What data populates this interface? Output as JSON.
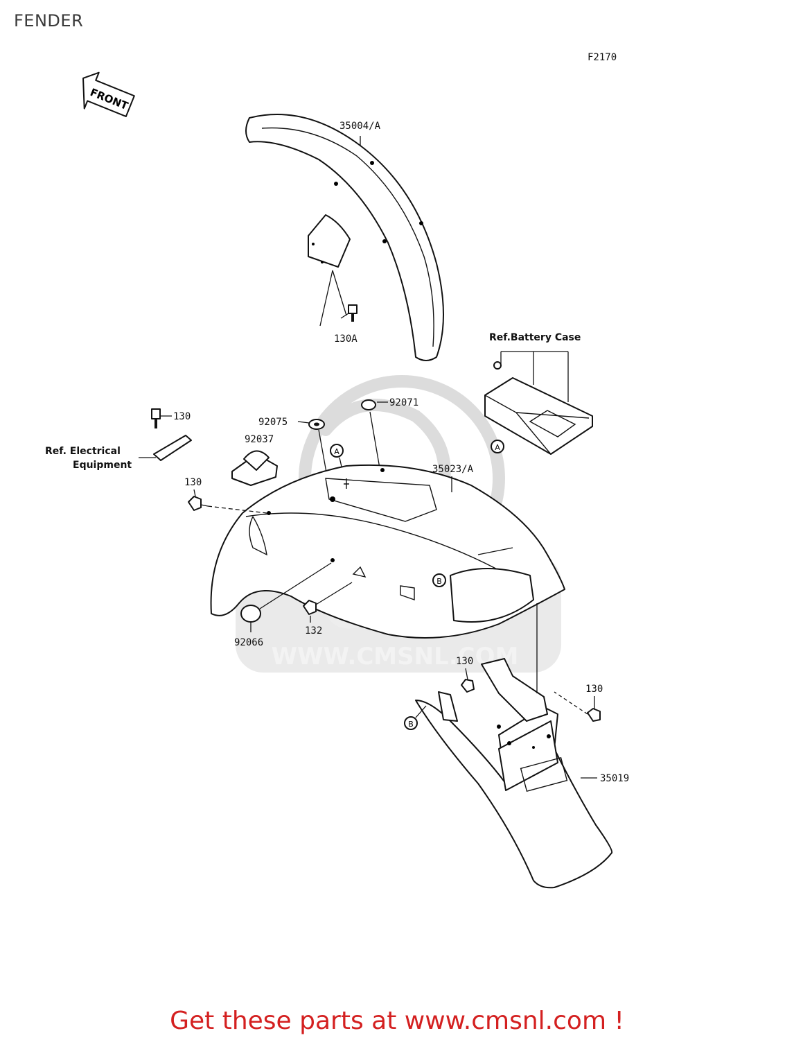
{
  "title": "FENDER",
  "figure_code": "F2170",
  "front_arrow": "FRONT",
  "watermark_url": "WWW.CMSNL.COM",
  "watermark_brand": "CMS",
  "call_to_action": "Get these parts at www.cmsnl.com !",
  "cta_color": "#d42020",
  "parts": {
    "front_fender": "35004/A",
    "front_bolt": "130A",
    "battery_case_ref": "Ref.Battery Case",
    "bolt_top": "130",
    "ref_electrical": "Ref. Electrical",
    "ref_electrical_2": "Equipment",
    "damper_92075": "92075",
    "clamp_92037": "92037",
    "grommet_92071": "92071",
    "rear_fender": "35023/A",
    "bolt_left": "130",
    "cap_92066": "92066",
    "bolt_132": "132",
    "bolt_flap_left": "130",
    "bolt_flap_right": "130",
    "rear_flap": "35019",
    "marker_a": "A",
    "marker_b": "B"
  }
}
